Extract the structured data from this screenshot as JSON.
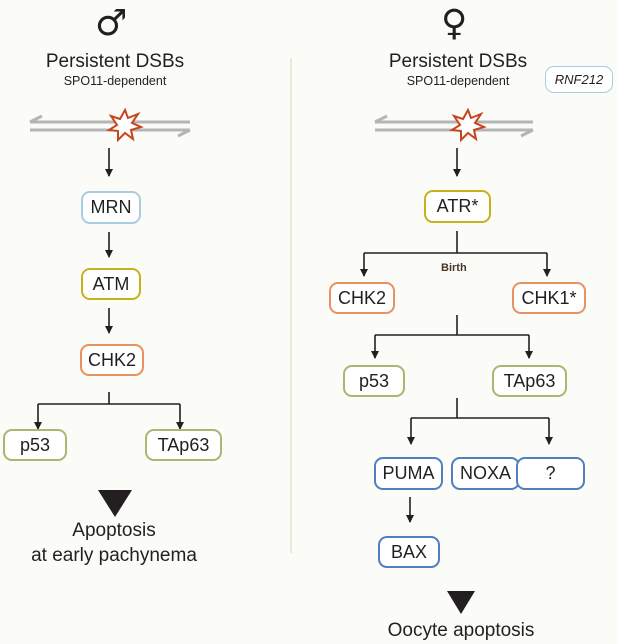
{
  "colors": {
    "mrn": "#a9cde0",
    "atm": "#c7b21e",
    "chk2": "#e3945f",
    "p53": "#a7b870",
    "tap63": "#a7b870",
    "atr": "#c7b21e",
    "chk1": "#e3945f",
    "puma": "#4f7fbe",
    "noxa": "#4f7fbe",
    "unknown": "#4f7fbe",
    "bax": "#4f7fbe",
    "rnf212": "#a9cde0",
    "dsb_star": "#c6451f",
    "dna": "#b5b5b5",
    "divider": "#ece8da"
  },
  "male": {
    "symbol": "♂",
    "title": "Persistent DSBs",
    "subtitle": "SPO11-dependent",
    "nodes": {
      "mrn": "MRN",
      "atm": "ATM",
      "chk2": "CHK2",
      "p53": "p53",
      "tap63": "TAp63"
    },
    "outcome_line1": "Apoptosis",
    "outcome_line2": "at early pachynema"
  },
  "female": {
    "symbol": "♀",
    "title": "Persistent DSBs",
    "subtitle": "SPO11-dependent",
    "rnf212": "RNF212",
    "nodes": {
      "atr": "ATR*",
      "chk2": "CHK2",
      "chk1": "CHK1*",
      "p53": "p53",
      "tap63": "TAp63",
      "puma": "PUMA",
      "noxa": "NOXA",
      "unknown": "?",
      "bax": "BAX"
    },
    "birth_label": "Birth",
    "outcome": "Oocyte apoptosis"
  }
}
